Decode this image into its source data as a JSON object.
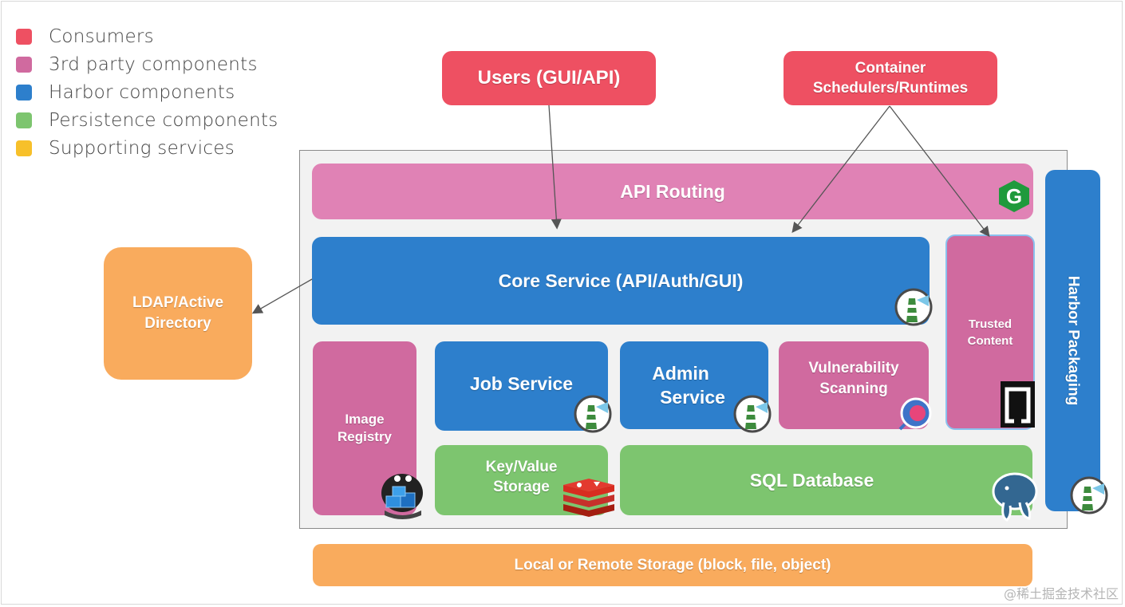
{
  "legend": [
    {
      "label": "Consumers",
      "color": "#ee5062"
    },
    {
      "label": "3rd party components",
      "color": "#d06a9f"
    },
    {
      "label": "Harbor components",
      "color": "#2d7fcc"
    },
    {
      "label": "Persistence components",
      "color": "#7dc56f"
    },
    {
      "label": "Supporting services",
      "color": "#f7c02a"
    }
  ],
  "consumers": {
    "users": "Users (GUI/API)",
    "container_line1": "Container",
    "container_line2": "Schedulers/Runtimes"
  },
  "components": {
    "api_routing": "API Routing",
    "core_service": "Core Service (API/Auth/GUI)",
    "ldap_line1": "LDAP/Active",
    "ldap_line2": "Directory",
    "trusted_line1": "Trusted",
    "trusted_line2": "Content",
    "harbor_packaging": "Harbor Packaging",
    "image_registry_line1": "Image",
    "image_registry_line2": "Registry",
    "job_service": "Job Service",
    "admin_line1": "Admin",
    "admin_line2": "Service",
    "vuln_line1": "Vulnerability",
    "vuln_line2": "Scanning",
    "kv_line1": "Key/Value",
    "kv_line2": "Storage",
    "sql_database": "SQL Database",
    "local_storage": "Local or Remote Storage (block, file, object)"
  },
  "icons": {
    "nginx": "nginx-icon",
    "harbor": "harbor-lighthouse-icon",
    "clair": "clair-icon",
    "notary": "notary-icon",
    "docker_registry": "docker-registry-icon",
    "redis": "redis-icon",
    "postgres": "postgresql-icon"
  },
  "watermark": "@稀土掘金技术社区"
}
